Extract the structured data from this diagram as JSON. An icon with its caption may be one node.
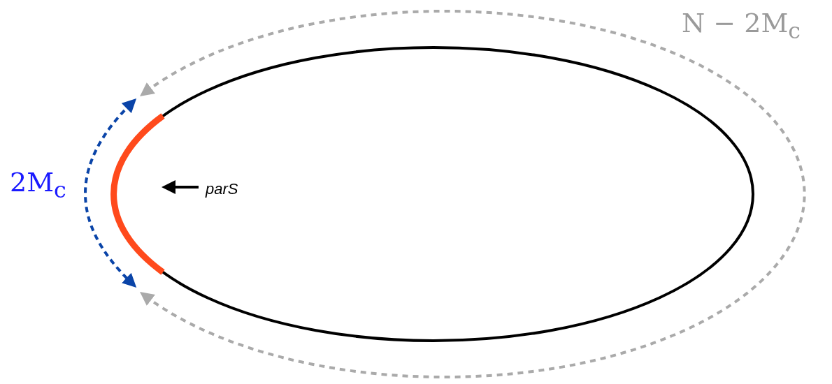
{
  "diagram": {
    "nodes": [
      {
        "text": [
          "parS"
        ]
      },
      {
        "text": [],
        "shape": "arc"
      }
    ],
    "edges": [
      {
        "from": 0,
        "to": 1,
        "arrow": "to"
      }
    ],
    "labels": [
      "2M$_{c}$",
      "N − 2M$_{c}$"
    ]
  }
}
